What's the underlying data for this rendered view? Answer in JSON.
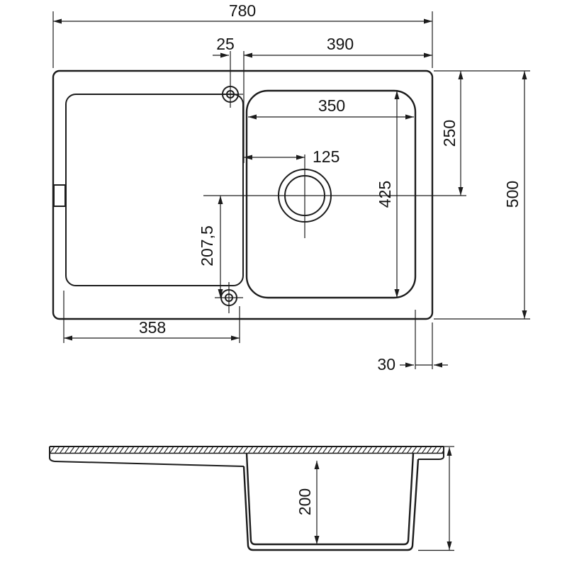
{
  "drawing": {
    "type": "technical-drawing",
    "subject": "Inset kitchen sink with single bowl and left drainboard, dimensioned plan view and section view, millimetres",
    "colors": {
      "line": "#1c1c1c",
      "background": "#ffffff"
    },
    "plan_view": {
      "dims": {
        "overall_width": "780",
        "tap_hole_to_bowl": "25",
        "bowl_zone_width": "390",
        "bowl_width": "350",
        "top_edge_to_centerline": "250",
        "bowl_edge_to_drain": "125",
        "bowl_length": "425",
        "centerline_to_tap_hole": "207,5",
        "overall_depth": "500",
        "drainboard_width": "358",
        "bowl_to_right_edge": "30"
      }
    },
    "section_view": {
      "dims": {
        "bowl_depth": "200"
      }
    }
  }
}
